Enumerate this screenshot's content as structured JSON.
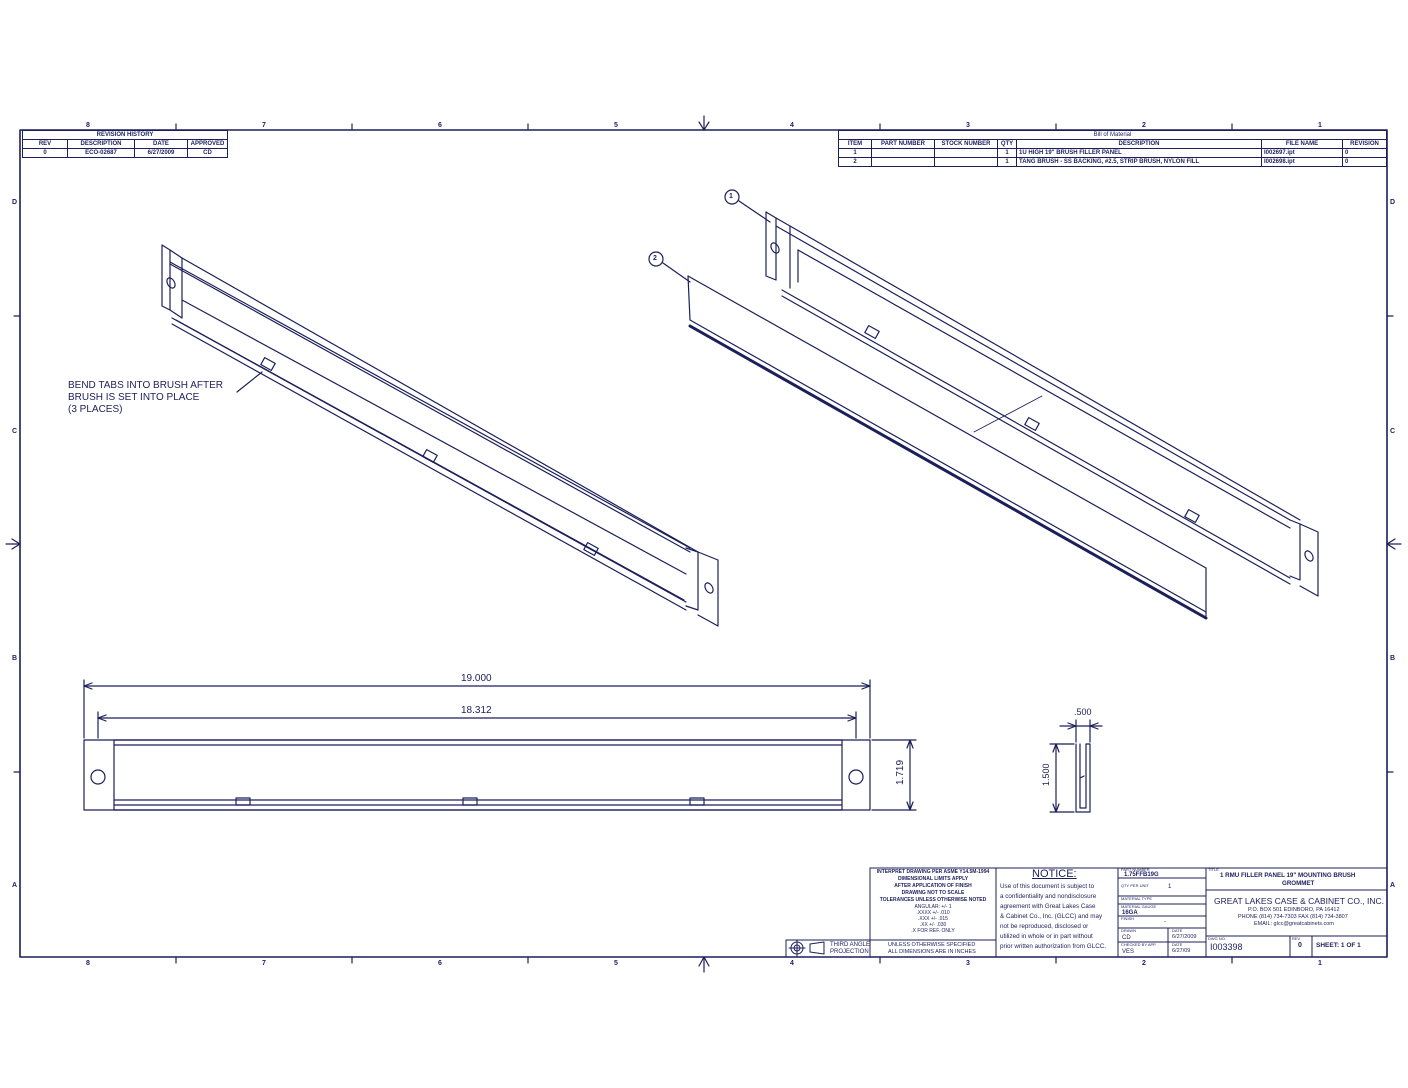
{
  "zones": {
    "columns": [
      "8",
      "7",
      "6",
      "5",
      "4",
      "3",
      "2",
      "1"
    ],
    "rows": [
      "D",
      "C",
      "B",
      "A"
    ]
  },
  "revision_history": {
    "title": "REVISION HISTORY",
    "headers": [
      "REV",
      "DESCRIPTION",
      "DATE",
      "APPROVED"
    ],
    "rows": [
      [
        "0",
        "ECO-02687",
        "6/27/2009",
        "CD"
      ]
    ]
  },
  "bom": {
    "title": "Bill of Material",
    "headers": [
      "ITEM",
      "PART NUMBER",
      "STOCK NUMBER",
      "QTY",
      "DESCRIPTION",
      "FILE NAME",
      "REVISION"
    ],
    "rows": [
      [
        "1",
        "",
        "",
        "1",
        "1U HIGH 19\" BRUSH FILLER PANEL",
        "I002697.ipt",
        "0"
      ],
      [
        "2",
        "",
        "",
        "1",
        "TANG BRUSH - SS BACKING, #2.5, STRIP BRUSH, NYLON FILL",
        "I002698.ipt",
        "0"
      ]
    ]
  },
  "balloons": [
    "1",
    "2"
  ],
  "note": {
    "line1": "BEND TABS INTO BRUSH AFTER",
    "line2": "BRUSH IS SET INTO PLACE",
    "line3": "(3 PLACES)"
  },
  "dimensions": {
    "overall_width": "19.000",
    "inner_width": "18.312",
    "height": "1.719",
    "depth": ".500",
    "side_height": "1.500"
  },
  "title_block": {
    "standards": [
      "INTERPRET DRAWING PER ASME Y14.5M-1994",
      "DIMENSIONAL LIMITS APPLY",
      "AFTER APPLICATION OF FINISH",
      "DRAWING NOT TO SCALE",
      "TOLERANCES UNLESS OTHERWISE NOTED",
      "ANGULAR: +/- 1",
      ".XXXX +/- .010",
      ".XXX +/- .015",
      ".XX +/- .030",
      ".X FOR REF. ONLY"
    ],
    "units_line1": "UNLESS OTHERWISE SPECIFIED",
    "units_line2": "ALL DIMENSIONS ARE IN INCHES",
    "projection_line1": "THIRD ANGLE",
    "projection_line2": "PROJECTION",
    "notice_title": "NOTICE:",
    "notice_lines": [
      "Use of this document is subject to",
      "a confidentiality and nondisclosure",
      "agreement with Great Lakes Case",
      "& Cabinet Co., Inc. (GLCC) and may",
      "not be reproduced, disclosed or",
      "utilized in whole or in part without",
      "prior written authorization from GLCC."
    ],
    "part_number_label": "PART NUMBER",
    "part_number": "1.75FFB19G",
    "qty_label": "QTY PER UNIT",
    "qty": "1",
    "material_type_label": "MATERIAL TYPE",
    "material_type": "",
    "material_gauge_label": "MATERIAL GAUGE",
    "material_gauge": "16GA",
    "finish_label": "FINISH",
    "finish": "-",
    "drawn_label": "DRAWN",
    "drawn_by": "CD",
    "date_label": "DATE",
    "drawn_date": "6/27/2009",
    "checked_label": "CHECKED BY APP.",
    "checked_by": "VES",
    "checked_date": "6/27/09",
    "title_label": "TITLE",
    "title_line1": "1 RMU FILLER PANEL 19\" MOUNTING BRUSH",
    "title_line2": "GROMMET",
    "company": "GREAT LAKES CASE & CABINET CO., INC.",
    "address": "P.O. BOX 501 EDINBORO, PA 16412",
    "phone": "PHONE (814) 734-7303  FAX (814) 734-3807",
    "email": "EMAIL: glcc@greatcabinets.com",
    "dwg_no_label": "DWG NO.",
    "dwg_no": "I003398",
    "rev_label": "REV",
    "rev": "0",
    "sheet": "SHEET: 1  OF  1"
  }
}
